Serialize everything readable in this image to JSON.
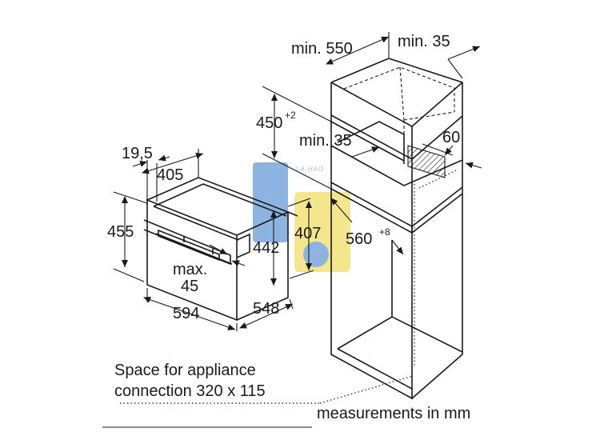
{
  "dimensions": {
    "cabinet_depth": "min. 550",
    "cabinet_gap": "min. 35",
    "niche_height": "450",
    "niche_height_tol": "+2",
    "vent_gap": "min. 35",
    "rear_gap": "60",
    "niche_depth": "560",
    "niche_depth_tol": "+8",
    "front_offset": "19,5",
    "inner_width": "405",
    "height_total": "455",
    "height_inner": "442",
    "height_cavity": "407",
    "door_gap_label": "max.",
    "door_gap_value": "45",
    "width": "594",
    "depth": "548"
  },
  "notes": {
    "connection_line1": "Space for appliance",
    "connection_line2": "connection 320 x 115",
    "units": "measurements in mm"
  },
  "watermark": "LA HAO",
  "colors": {
    "line": "#1a1a1a",
    "watermark_blue": "#7aa7dc",
    "watermark_yellow": "#f3e27a"
  }
}
